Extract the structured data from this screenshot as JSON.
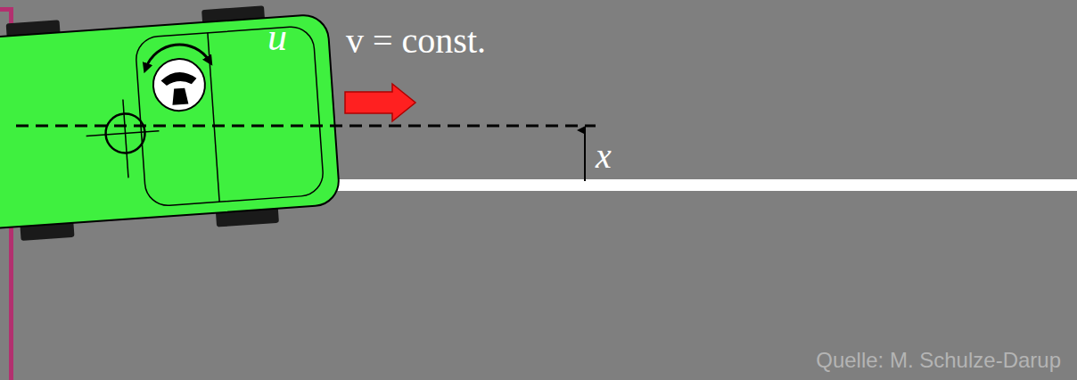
{
  "diagram": {
    "labels": [
      "v = const.",
      "u",
      "x",
      "Quelle: M. Schulze-Darup"
    ]
  }
}
